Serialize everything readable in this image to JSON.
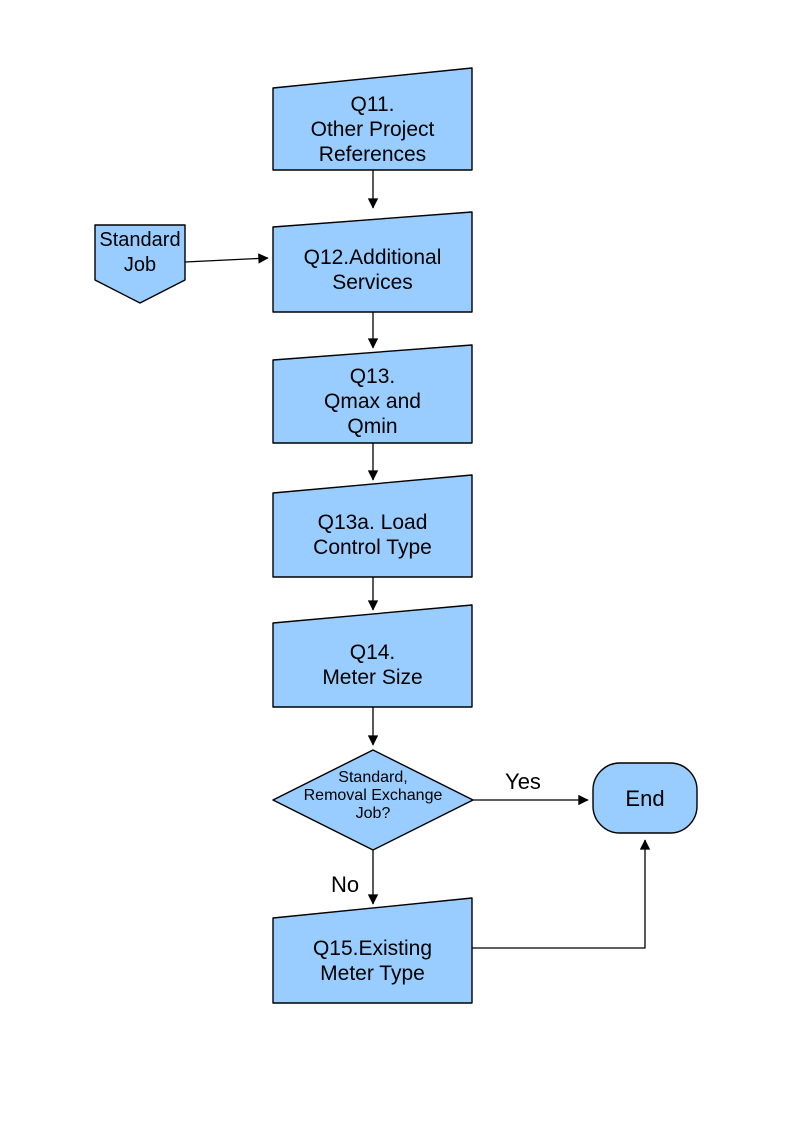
{
  "diagram": {
    "type": "flowchart",
    "colors": {
      "node_fill": "#99CCFF",
      "node_stroke": "#000000",
      "text": "#000000",
      "background": "#FFFFFF"
    },
    "nodes": {
      "q11": {
        "label": "Q11.\nOther Project\nReferences",
        "shape": "manual-input"
      },
      "standard_job": {
        "label": "Standard\nJob",
        "shape": "off-page-connector"
      },
      "q12": {
        "label": "Q12.Additional\nServices",
        "shape": "manual-input"
      },
      "q13": {
        "label": "Q13.\nQmax and\nQmin",
        "shape": "manual-input"
      },
      "q13a": {
        "label": "Q13a. Load\nControl Type",
        "shape": "manual-input"
      },
      "q14": {
        "label": "Q14.\nMeter Size",
        "shape": "manual-input"
      },
      "decision": {
        "label": "Standard,\nRemoval Exchange\nJob?",
        "shape": "decision"
      },
      "end": {
        "label": "End",
        "shape": "terminator"
      },
      "q15": {
        "label": "Q15.Existing\nMeter Type",
        "shape": "manual-input"
      }
    },
    "edges": [
      {
        "from": "q11",
        "to": "q12",
        "label": ""
      },
      {
        "from": "standard_job",
        "to": "q12",
        "label": ""
      },
      {
        "from": "q12",
        "to": "q13",
        "label": ""
      },
      {
        "from": "q13",
        "to": "q13a",
        "label": ""
      },
      {
        "from": "q13a",
        "to": "q14",
        "label": ""
      },
      {
        "from": "q14",
        "to": "decision",
        "label": ""
      },
      {
        "from": "decision",
        "to": "end",
        "label": "Yes"
      },
      {
        "from": "decision",
        "to": "q15",
        "label": "No"
      },
      {
        "from": "q15",
        "to": "end",
        "label": ""
      }
    ]
  }
}
